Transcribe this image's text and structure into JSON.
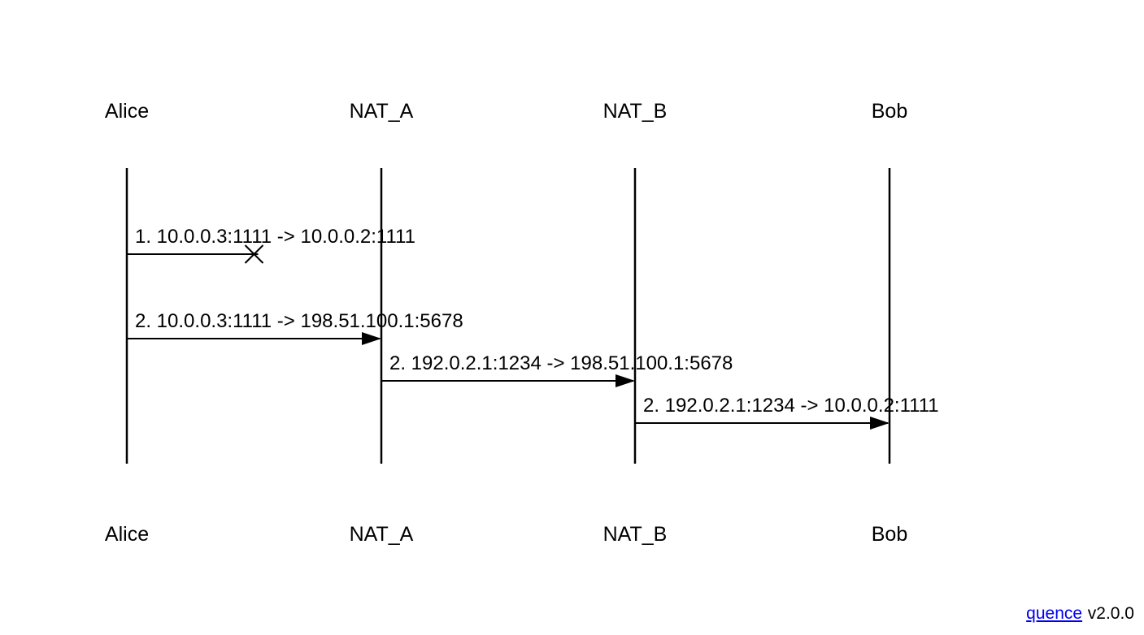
{
  "diagram": {
    "actors": [
      {
        "label": "Alice"
      },
      {
        "label": "NAT_A"
      },
      {
        "label": "NAT_B"
      },
      {
        "label": "Bob"
      }
    ],
    "messages": [
      {
        "label": "1. 10.0.0.3:1111 -> 10.0.0.2:1111",
        "from": "Alice",
        "to": "NAT_A",
        "from_index": 0,
        "to_index": 1,
        "status": "lost"
      },
      {
        "label": "2. 10.0.0.3:1111 -> 198.51.100.1:5678",
        "from": "Alice",
        "to": "NAT_A",
        "from_index": 0,
        "to_index": 1,
        "status": "delivered"
      },
      {
        "label": "2. 192.0.2.1:1234 -> 198.51.100.1:5678",
        "from": "NAT_A",
        "to": "NAT_B",
        "from_index": 1,
        "to_index": 2,
        "status": "delivered"
      },
      {
        "label": "2. 192.0.2.1:1234 -> 10.0.0.2:1111",
        "from": "NAT_B",
        "to": "Bob",
        "from_index": 2,
        "to_index": 3,
        "status": "delivered"
      }
    ],
    "colors": {
      "line": "#000000",
      "text": "#000000",
      "background": "#ffffff"
    }
  },
  "footer": {
    "link_label": "quence",
    "version_label": "v2.0.0",
    "link_color": "#0000EE"
  }
}
